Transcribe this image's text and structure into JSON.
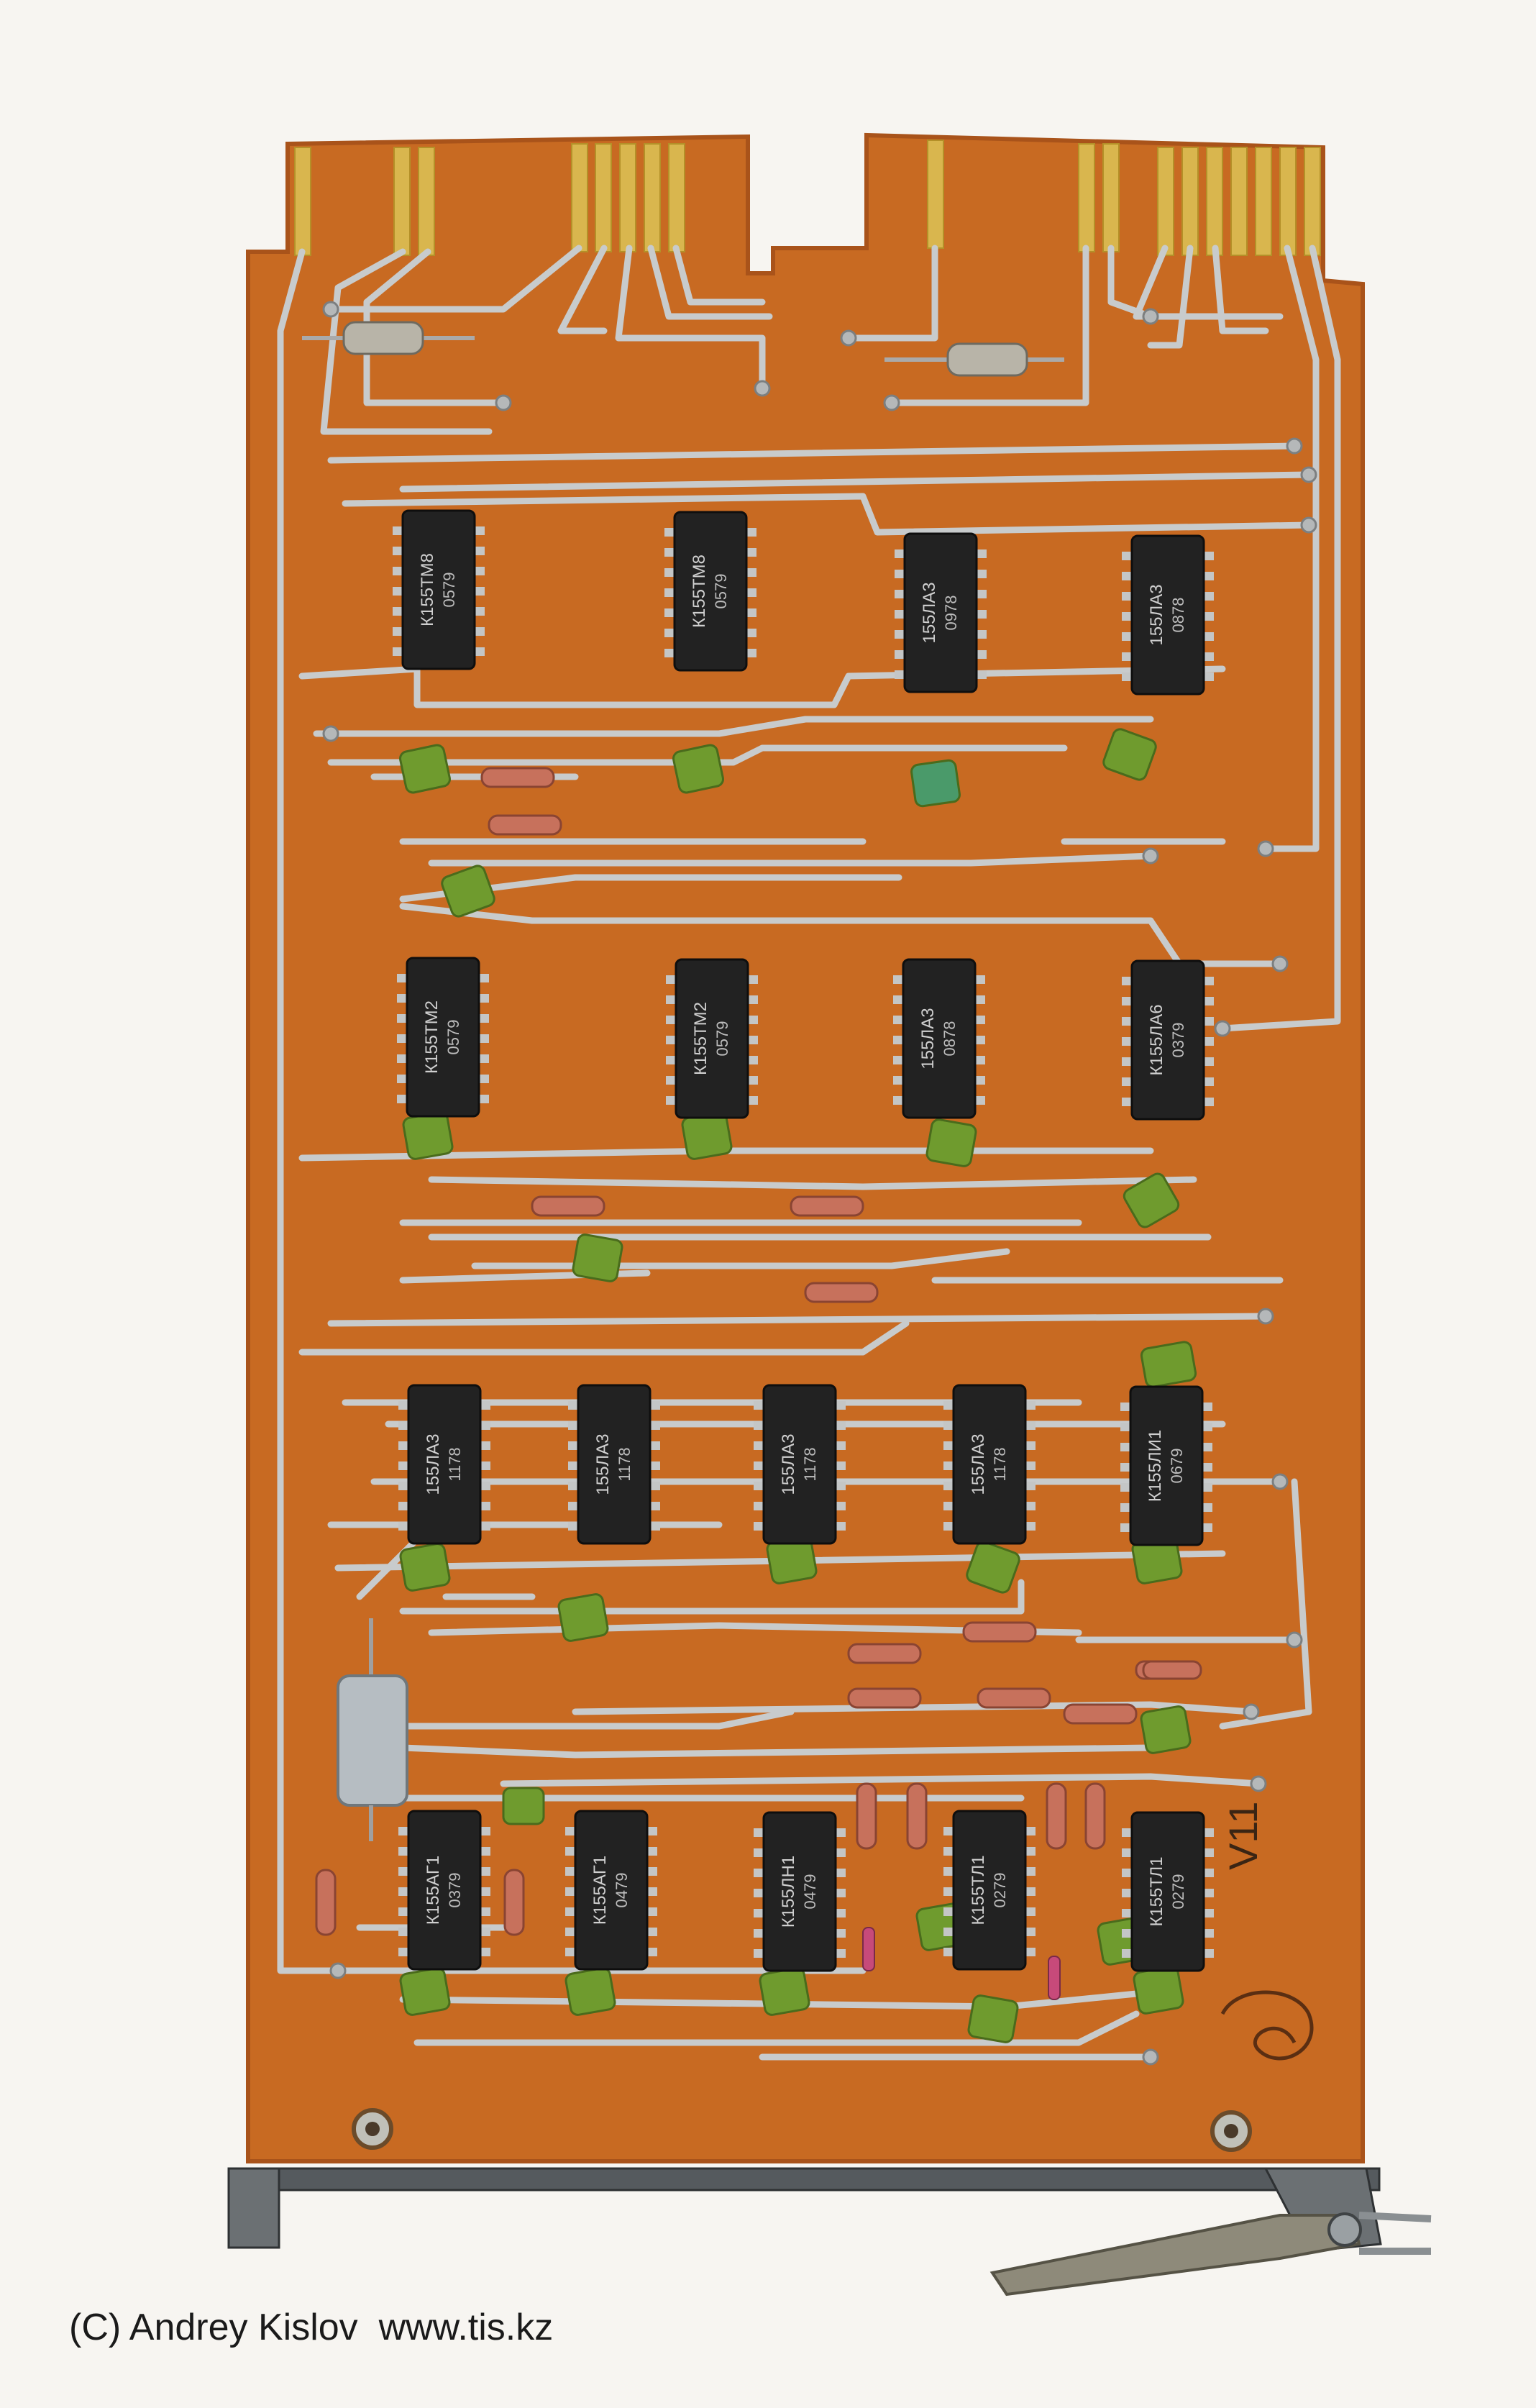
{
  "colors": {
    "background": "#f7f5f1",
    "board": "#c86a22",
    "board_edge": "#a9531a",
    "trace": "#c8cbcc",
    "gold": "#d9b64e",
    "ic_body": "#222222",
    "capacitor": "#6f9b2e",
    "resistor": "#c7715c",
    "metal_bracket": "#555a5e",
    "lever": "#8e8a7a"
  },
  "photo": {
    "subject": "Printed circuit board with K155 series logic ICs",
    "board_marking": "V11",
    "credit": "(C) Andrey Kislov  www.tis.kz"
  },
  "chips": [
    {
      "code": "К155ТМ8",
      "date": "0579"
    },
    {
      "code": "К155ТМ8",
      "date": "0579"
    },
    {
      "code": "155ЛА3",
      "date": "0978"
    },
    {
      "code": "155ЛА3",
      "date": "0878"
    },
    {
      "code": "К155ТМ2",
      "date": "0579"
    },
    {
      "code": "К155ТМ2",
      "date": "0579"
    },
    {
      "code": "155ЛА3",
      "date": "0878"
    },
    {
      "code": "К155ЛА6",
      "date": "0379"
    },
    {
      "code": "155ЛА3",
      "date": "1178"
    },
    {
      "code": "155ЛА3",
      "date": "1178"
    },
    {
      "code": "155ЛА3",
      "date": "1178"
    },
    {
      "code": "155ЛА3",
      "date": "1178"
    },
    {
      "code": "К155ЛИ1",
      "date": "0679"
    },
    {
      "code": "К155АГ1",
      "date": "0379"
    },
    {
      "code": "К155АГ1",
      "date": "0479"
    },
    {
      "code": "К155ЛН1",
      "date": "0479"
    },
    {
      "code": "К155ТЛ1",
      "date": "0279"
    },
    {
      "code": "К155ТЛ1",
      "date": "0279"
    }
  ]
}
